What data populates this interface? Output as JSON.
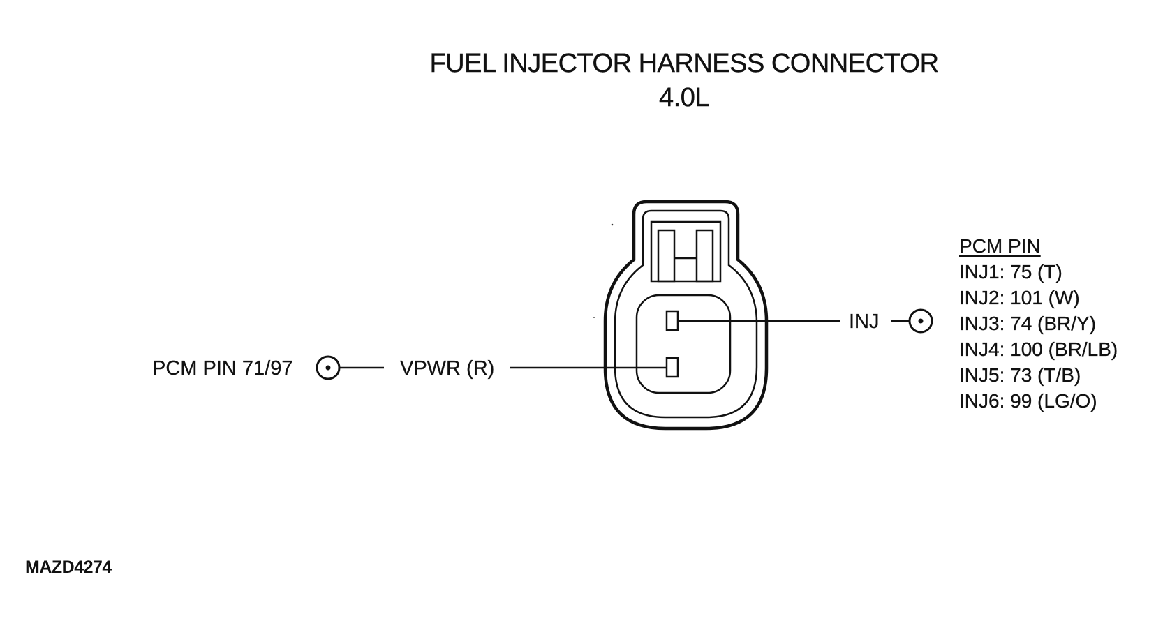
{
  "diagram": {
    "title": "FUEL INJECTOR HARNESS CONNECTOR",
    "subtitle": "4.0L",
    "left_terminal": {
      "pcm_label": "PCM PIN 71/97",
      "circuit_label": "VPWR (R)"
    },
    "right_terminal": {
      "circuit_label": "INJ"
    },
    "pcm_pin_table": {
      "header": "PCM PIN",
      "rows": [
        "INJ1: 75 (T)",
        "INJ2: 101 (W)",
        "INJ3: 74 (BR/Y)",
        "INJ4: 100 (BR/LB)",
        "INJ5: 73 (T/B)",
        "INJ6: 99 (LG/O)"
      ]
    },
    "figure_id": "MAZD4274",
    "colors": {
      "ink": "#111111",
      "background": "#ffffff"
    }
  }
}
